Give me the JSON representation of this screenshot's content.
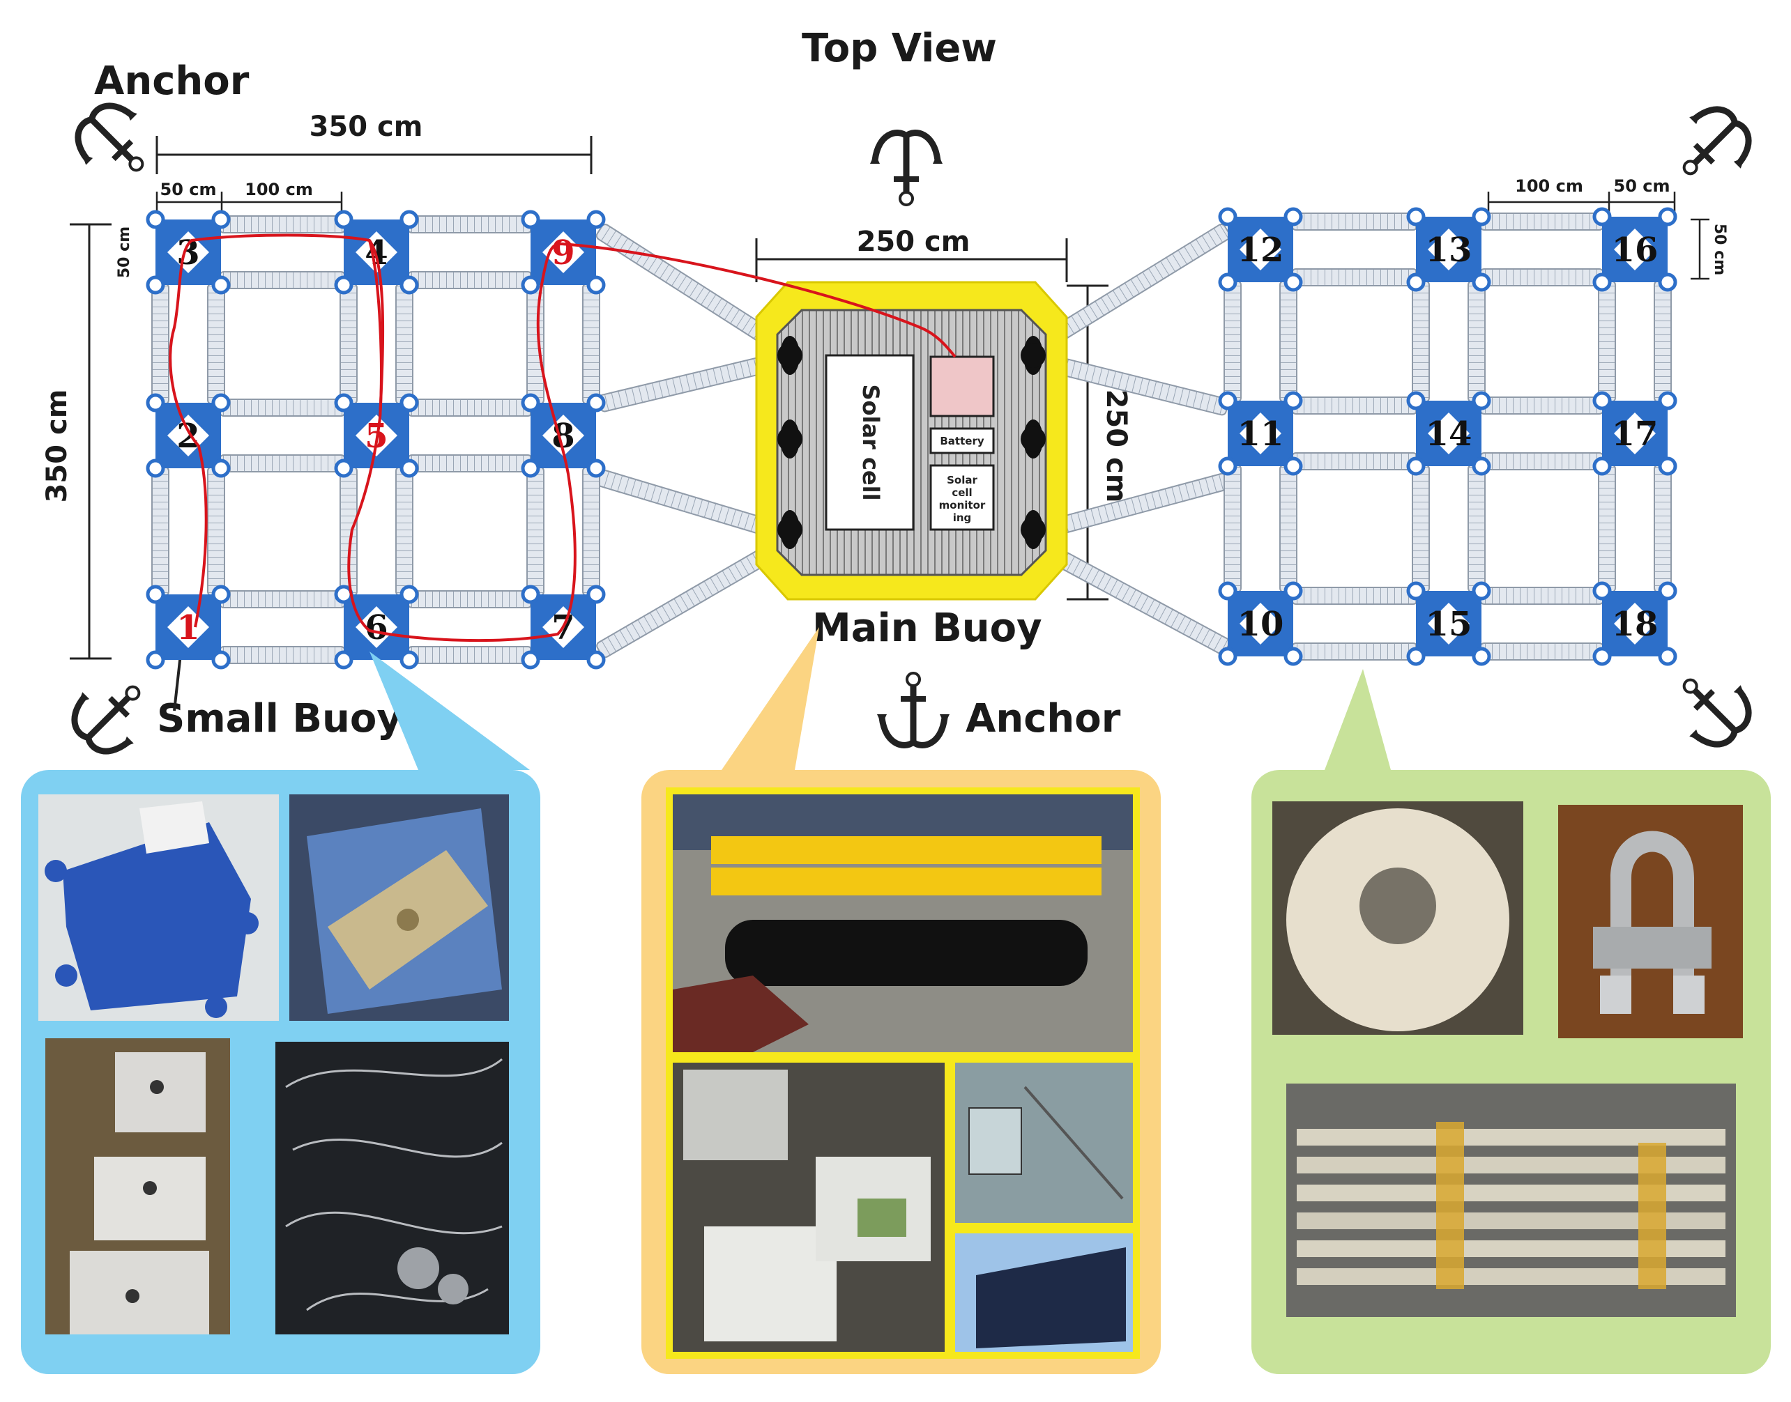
{
  "title": "Top View",
  "labels": {
    "anchor_top_left": "Anchor",
    "anchor_bottom_center": "Anchor",
    "main_buoy": "Main Buoy",
    "small_buoy": "Small Buoy"
  },
  "dimensions": {
    "left_width": "350 cm",
    "left_height": "350 cm",
    "left_spacing_a": "50 cm",
    "left_spacing_b": "100 cm",
    "left_buoy_size": "50 cm",
    "main_width": "250 cm",
    "main_height": "250 cm",
    "right_spacing_a": "100 cm",
    "right_spacing_b": "50 cm",
    "right_buoy_size": "50 cm"
  },
  "main_buoy_components": {
    "solar_cell": "Solar cell",
    "battery": "Battery",
    "monitor_line1": "Solar",
    "monitor_line2": "cell",
    "monitor_line3": "monitor",
    "monitor_line4": "ing"
  },
  "left_grid_buoys": [
    "3",
    "4",
    "9",
    "2",
    "5",
    "8",
    "1",
    "6",
    "7"
  ],
  "right_grid_buoys": [
    "12",
    "13",
    "16",
    "11",
    "14",
    "17",
    "10",
    "15",
    "18"
  ],
  "wired_buoys": [
    "1",
    "5",
    "9"
  ],
  "colors": {
    "buoy_blue": "#2d6fc9",
    "cable_red": "#d8141c",
    "frame_yellow": "#f6e81c",
    "panel_blue": "#7fd0f2",
    "panel_orange": "#fbd482",
    "panel_green": "#c8e29a"
  },
  "photo_panels": [
    {
      "name": "small-buoy-photos",
      "photos": [
        "blue-buoy-box-photo",
        "buoy-with-plate-photo",
        "white-boxes-photo",
        "cables-photo"
      ]
    },
    {
      "name": "main-buoy-photos",
      "photos": [
        "yellow-frame-buoy-photo",
        "electronics-boxes-photo",
        "solar-frame-photo",
        "solar-panel-photo"
      ]
    },
    {
      "name": "materials-photos",
      "photos": [
        "rope-coil-photo",
        "wire-clamp-photo",
        "pipes-bundle-photo"
      ]
    }
  ]
}
